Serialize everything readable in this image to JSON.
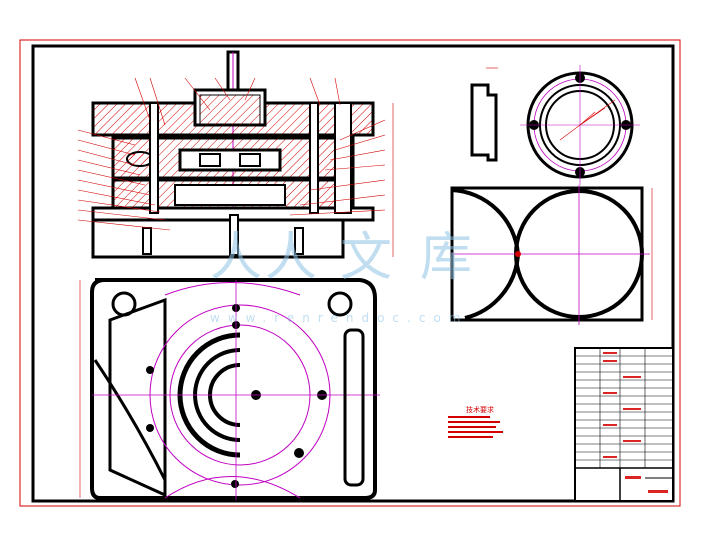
{
  "watermark": {
    "logo_chars": [
      "人",
      "人",
      "文",
      "库"
    ],
    "url": "www.renrendoc.com"
  },
  "technical_requirements": {
    "title": "技术要求"
  },
  "colors": {
    "frame_red": "#d40000",
    "centerline_magenta": "#c000c0",
    "hatch_red": "#d40000",
    "outline_black": "#000000",
    "watermark_blue": "#8fc4e6"
  }
}
